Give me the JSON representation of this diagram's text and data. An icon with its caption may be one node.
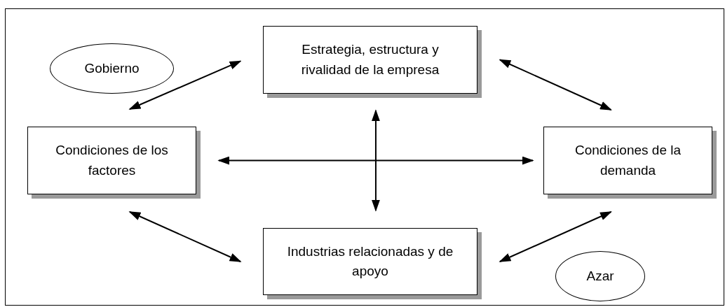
{
  "diagram": {
    "nodes": [
      {
        "text": [
          "Estrategia, estructura y rivalidad de la empresa"
        ]
      },
      {
        "text": [
          "Gobierno"
        ]
      },
      {
        "text": [
          "Condiciones de los factores"
        ]
      },
      {
        "text": [
          "Condiciones de la demanda"
        ]
      },
      {
        "text": [
          "Industrias relacionadas y de apoyo"
        ]
      },
      {
        "text": [
          "Azar"
        ]
      }
    ],
    "edges": [
      {
        "from": 0,
        "to": 2,
        "arrow": "both"
      },
      {
        "from": 0,
        "to": 3,
        "arrow": "both"
      },
      {
        "from": 2,
        "to": 3,
        "arrow": "both"
      },
      {
        "from": 0,
        "to": 4,
        "arrow": "both"
      },
      {
        "from": 2,
        "to": 4,
        "arrow": "both"
      },
      {
        "from": 3,
        "to": 4,
        "arrow": "both"
      }
    ]
  }
}
